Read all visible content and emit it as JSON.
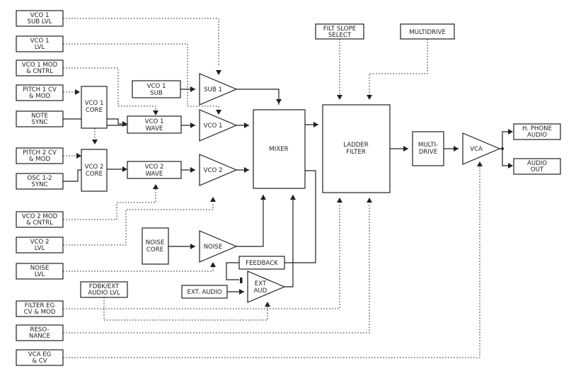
{
  "colors": {
    "ink": "#231f20",
    "background": "#ffffff"
  },
  "inputs": {
    "vco1_sub_lvl": [
      "VCO 1",
      "SUB LVL"
    ],
    "vco1_lvl": [
      "VCO 1",
      "LVL"
    ],
    "vco1_mod": [
      "VCO 1  MOD",
      "& CNTRL"
    ],
    "pitch1": [
      "PITCH 1 CV",
      "& MOD"
    ],
    "note_sync": [
      "NOTE",
      "SYNC"
    ],
    "pitch2": [
      "PITCH 2 CV",
      "& MOD"
    ],
    "osc_sync": [
      "OSC 1-2",
      "SYNC"
    ],
    "vco2_mod": [
      "VCO 2 MOD",
      "& CNTRL"
    ],
    "vco2_lvl": [
      "VCO 2",
      "LVL"
    ],
    "noise_lvl": [
      "NOISE",
      "LVL"
    ],
    "filter_eg": [
      "FILTER EG",
      "CV & MOD"
    ],
    "resonance": [
      "RESO-",
      "NANCE"
    ],
    "vca_eg": [
      "VCA EG",
      "& CV"
    ]
  },
  "blocks": {
    "vco1_core": [
      "VCO 1",
      "CORE"
    ],
    "vco2_core": [
      "VCO 2",
      "CORE"
    ],
    "vco1_sub": [
      "VCO 1",
      "SUB"
    ],
    "vco1_wave": [
      "VCO 1",
      "WAVE"
    ],
    "vco2_wave": [
      "VCO 2",
      "WAVE"
    ],
    "noise_core": [
      "NOISE",
      "CORE"
    ],
    "mixer": "MIXER",
    "ladder_filter": [
      "LADDER",
      "FILTER"
    ],
    "multidrive": [
      "MULTI-",
      "DRIVE"
    ],
    "filt_slope": [
      "FILT SLOPE",
      "SELECT"
    ],
    "multidrive_ctrl": "MULTIDRIVE",
    "feedback": "FEEDBACK",
    "fdbk_ext_lvl": [
      "FDBK/EXT",
      "AUDIO LVL"
    ],
    "ext_audio": "EXT. AUDIO"
  },
  "amps": {
    "sub1": "SUB 1",
    "vco1": "VCO 1",
    "vco2": "VCO 2",
    "noise": "NOISE",
    "ext_aud": [
      "EXT",
      "AUD"
    ],
    "vca": "VCA"
  },
  "outputs": {
    "headphone": [
      "H. PHONE",
      "AUDIO"
    ],
    "audio_out": [
      "AUDIO",
      "OUT"
    ]
  }
}
